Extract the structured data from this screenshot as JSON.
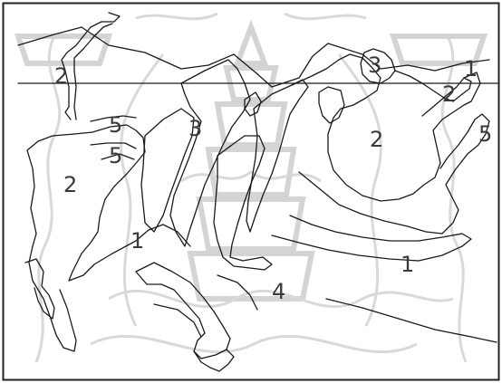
{
  "labels": [
    {
      "id": "label-2-top-left",
      "text": "2"
    },
    {
      "id": "label-5-upper-left",
      "text": "5"
    },
    {
      "id": "label-5-lower-left",
      "text": "5"
    },
    {
      "id": "label-2-left",
      "text": "2"
    },
    {
      "id": "label-1-left",
      "text": "1"
    },
    {
      "id": "label-3-center",
      "text": "3"
    },
    {
      "id": "label-3-top-right",
      "text": "3"
    },
    {
      "id": "label-1-top-right",
      "text": "1"
    },
    {
      "id": "label-2-top-right",
      "text": "2"
    },
    {
      "id": "label-2-right",
      "text": "2"
    },
    {
      "id": "label-5-right",
      "text": "5"
    },
    {
      "id": "label-1-right",
      "text": "1"
    },
    {
      "id": "label-4-bottom",
      "text": "4"
    }
  ],
  "colors": {
    "ink": "#1a1a1a",
    "watermark": "#d4d4d4",
    "label": "#3a3a3a",
    "background": "#ffffff"
  }
}
